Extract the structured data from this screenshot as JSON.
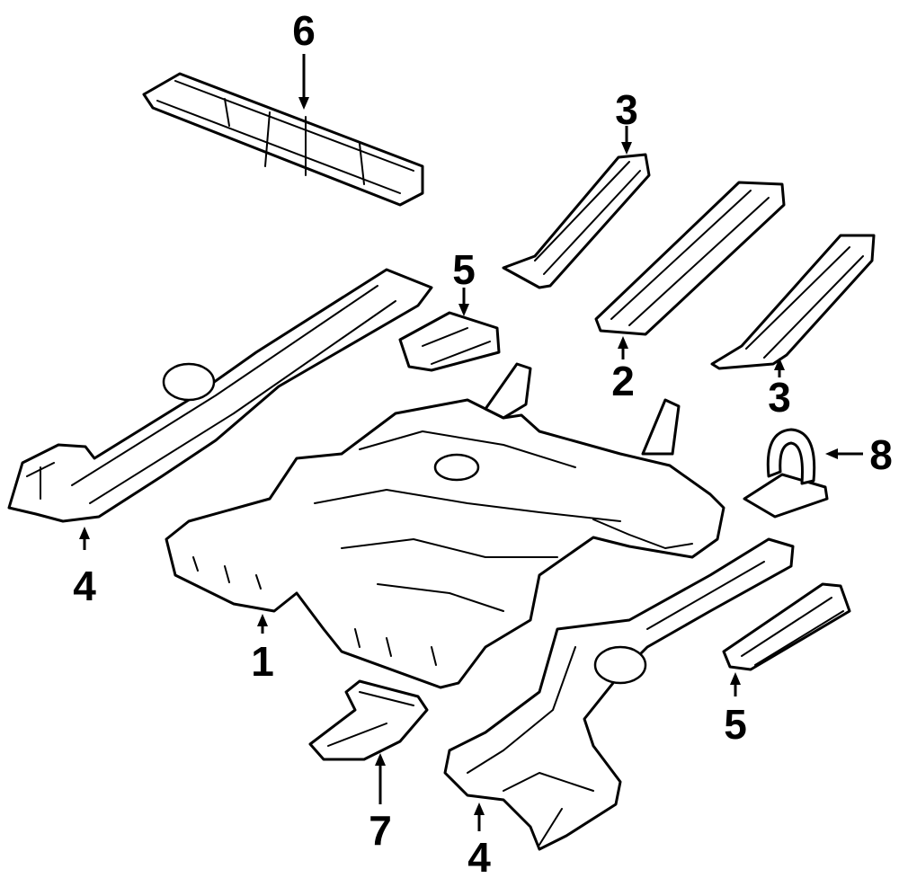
{
  "diagram": {
    "callouts": [
      {
        "id": "c6",
        "label": "6"
      },
      {
        "id": "c3a",
        "label": "3"
      },
      {
        "id": "c5a",
        "label": "5"
      },
      {
        "id": "c2",
        "label": "2"
      },
      {
        "id": "c3b",
        "label": "3"
      },
      {
        "id": "c8",
        "label": "8"
      },
      {
        "id": "c4a",
        "label": "4"
      },
      {
        "id": "c1",
        "label": "1"
      },
      {
        "id": "c5b",
        "label": "5"
      },
      {
        "id": "c7",
        "label": "7"
      },
      {
        "id": "c4b",
        "label": "4"
      }
    ]
  }
}
